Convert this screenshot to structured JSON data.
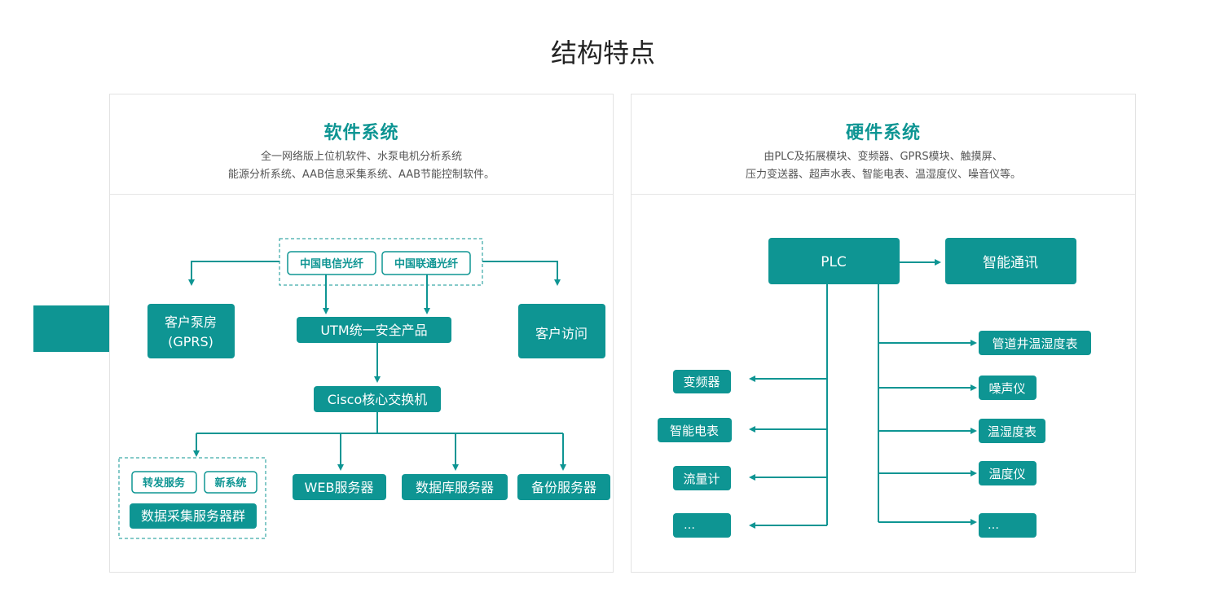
{
  "page": {
    "title": "结构特点"
  },
  "software": {
    "title": "软件系统",
    "desc_line1": "全一网络版上位机软件、水泵电机分析系统",
    "desc_line2": "能源分析系统、AAB信息采集系统、AAB节能控制软件。",
    "nodes": {
      "telecom": "中国电信光纤",
      "unicom": "中国联通光纤",
      "pump_room_line1": "客户泵房",
      "pump_room_line2": "(GPRS)",
      "utm": "UTM统一安全产品",
      "client_access": "客户访问",
      "cisco": "Cisco核心交换机",
      "forward": "转发服务",
      "new_system": "新系统",
      "data_cluster": "数据采集服务器群",
      "web": "WEB服务器",
      "db": "数据库服务器",
      "backup": "备份服务器"
    }
  },
  "hardware": {
    "title": "硬件系统",
    "desc_line1": "由PLC及拓展模块、变频器、GPRS模块、触摸屏、",
    "desc_line2": "压力变送器、超声水表、智能电表、温湿度仪、噪音仪等。",
    "nodes": {
      "plc": "PLC",
      "comm": "智能通讯",
      "left": [
        "变频器",
        "智能电表",
        "流量计",
        "…"
      ],
      "right": [
        "管道井温湿度表",
        "噪声仪",
        "温湿度表",
        "温度仪",
        "…"
      ]
    }
  },
  "colors": {
    "accent": "#0e9593",
    "text": "#333333",
    "border": "#e3e3e3"
  }
}
